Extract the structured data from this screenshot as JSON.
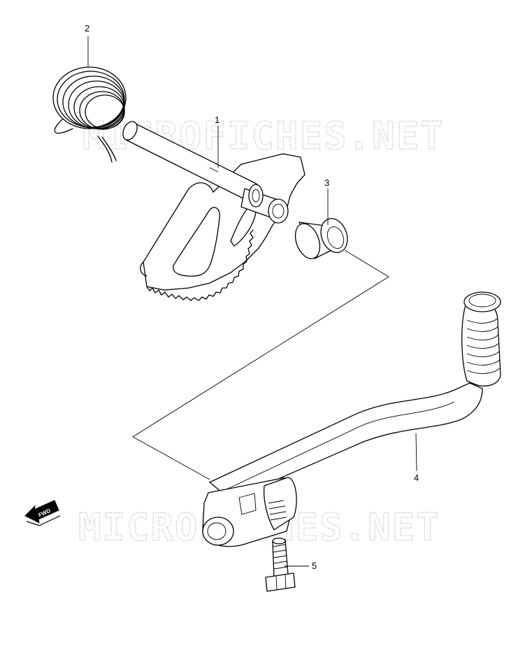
{
  "watermarks": [
    "MICROFICHES.NET",
    "MICROFICHES.NET"
  ],
  "callouts": [
    {
      "id": "part-1",
      "label": "1"
    },
    {
      "id": "part-2",
      "label": "2"
    },
    {
      "id": "part-3",
      "label": "3"
    },
    {
      "id": "part-4",
      "label": "4"
    },
    {
      "id": "part-5",
      "label": "5"
    }
  ],
  "direction_arrow": {
    "label": "FWD",
    "icon": "forward-arrow-icon"
  }
}
